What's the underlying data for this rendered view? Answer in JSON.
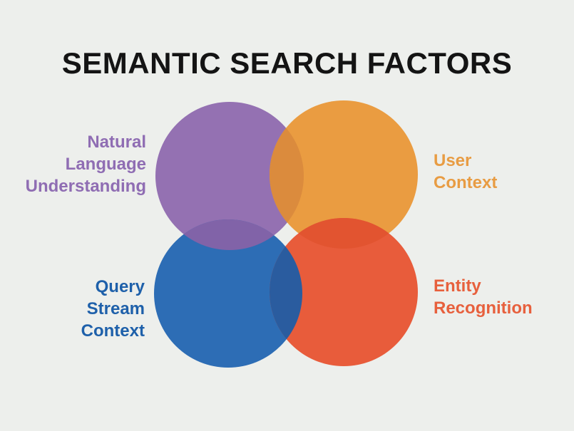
{
  "title": "SEMANTIC SEARCH FACTORS",
  "title_color": "#141414",
  "background_color": "#EDEFEC",
  "venn": {
    "circles": [
      {
        "id": "natural-language-understanding",
        "color": "#9471B2"
      },
      {
        "id": "user-context",
        "color": "#EA9C41"
      },
      {
        "id": "query-stream-context",
        "color": "#2D6DB5"
      },
      {
        "id": "entity-recognition",
        "color": "#E85C3B"
      }
    ],
    "overlaps": [
      {
        "pair": "nlu-user-context",
        "color": "#DB8B3D"
      },
      {
        "pair": "nlu-query-stream",
        "color": "#8163A8"
      },
      {
        "pair": "user-context-entity",
        "color": "#E25430"
      },
      {
        "pair": "query-stream-entity",
        "color": "#2A5C9F"
      }
    ]
  },
  "labels": [
    {
      "id": "natural-language-understanding",
      "lines": [
        "Natural",
        "Language",
        "Understanding"
      ],
      "color": "#8F6DB3"
    },
    {
      "id": "user-context",
      "lines": [
        "User",
        "Context"
      ],
      "color": "#E89C43"
    },
    {
      "id": "query-stream-context",
      "lines": [
        "Query",
        "Stream",
        "Context"
      ],
      "color": "#1E60AA"
    },
    {
      "id": "entity-recognition",
      "lines": [
        "Entity",
        "Recognition"
      ],
      "color": "#E7603D"
    }
  ]
}
